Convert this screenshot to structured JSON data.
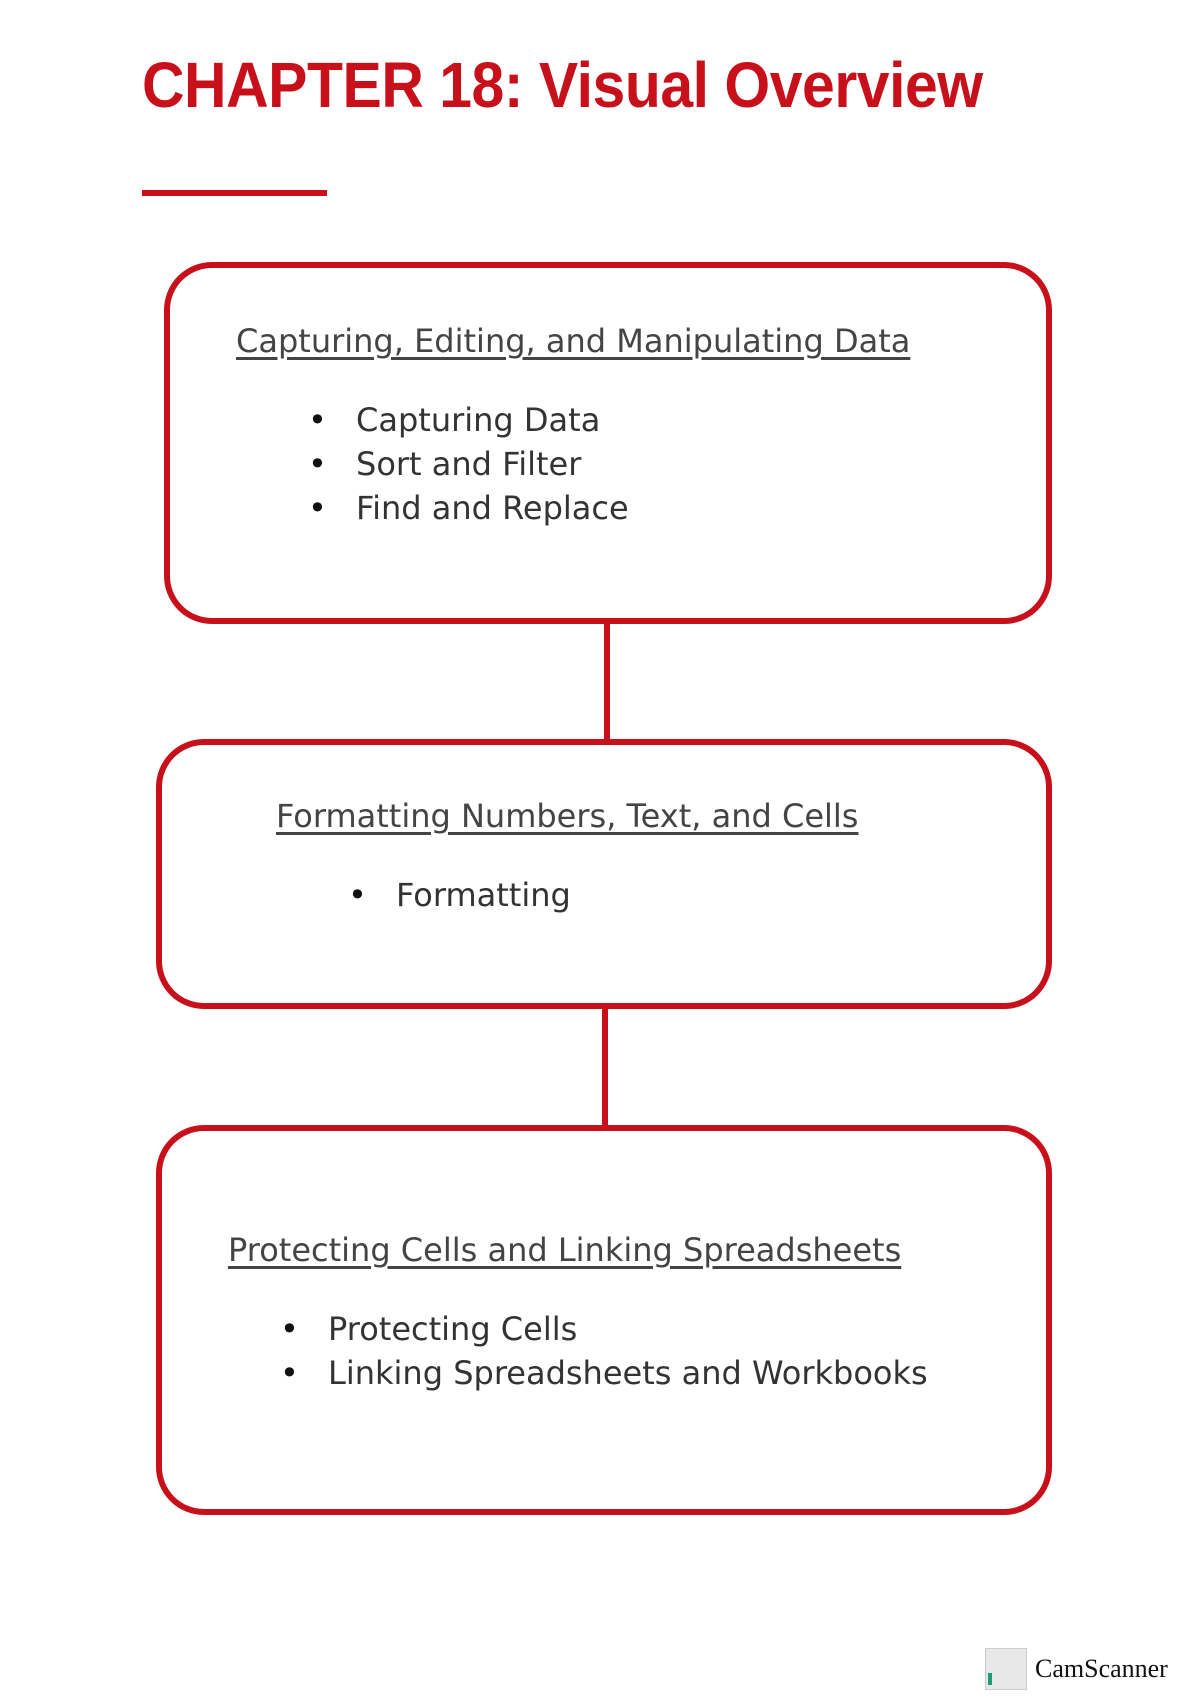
{
  "page": {
    "title": "CHAPTER 18: Visual Overview",
    "accent_color": "#c8101a"
  },
  "boxes": [
    {
      "heading": "Capturing, Editing, and Manipulating Data",
      "items": [
        "Capturing Data",
        "Sort and Filter",
        "Find and Replace"
      ]
    },
    {
      "heading": "Formatting Numbers, Text, and Cells",
      "items": [
        "Formatting"
      ]
    },
    {
      "heading": "Protecting Cells and Linking Spreadsheets",
      "items": [
        "Protecting Cells",
        "Linking Spreadsheets and Workbooks"
      ]
    }
  ],
  "watermark": {
    "icon": "camscanner-logo-icon",
    "text": "CamScanner"
  }
}
